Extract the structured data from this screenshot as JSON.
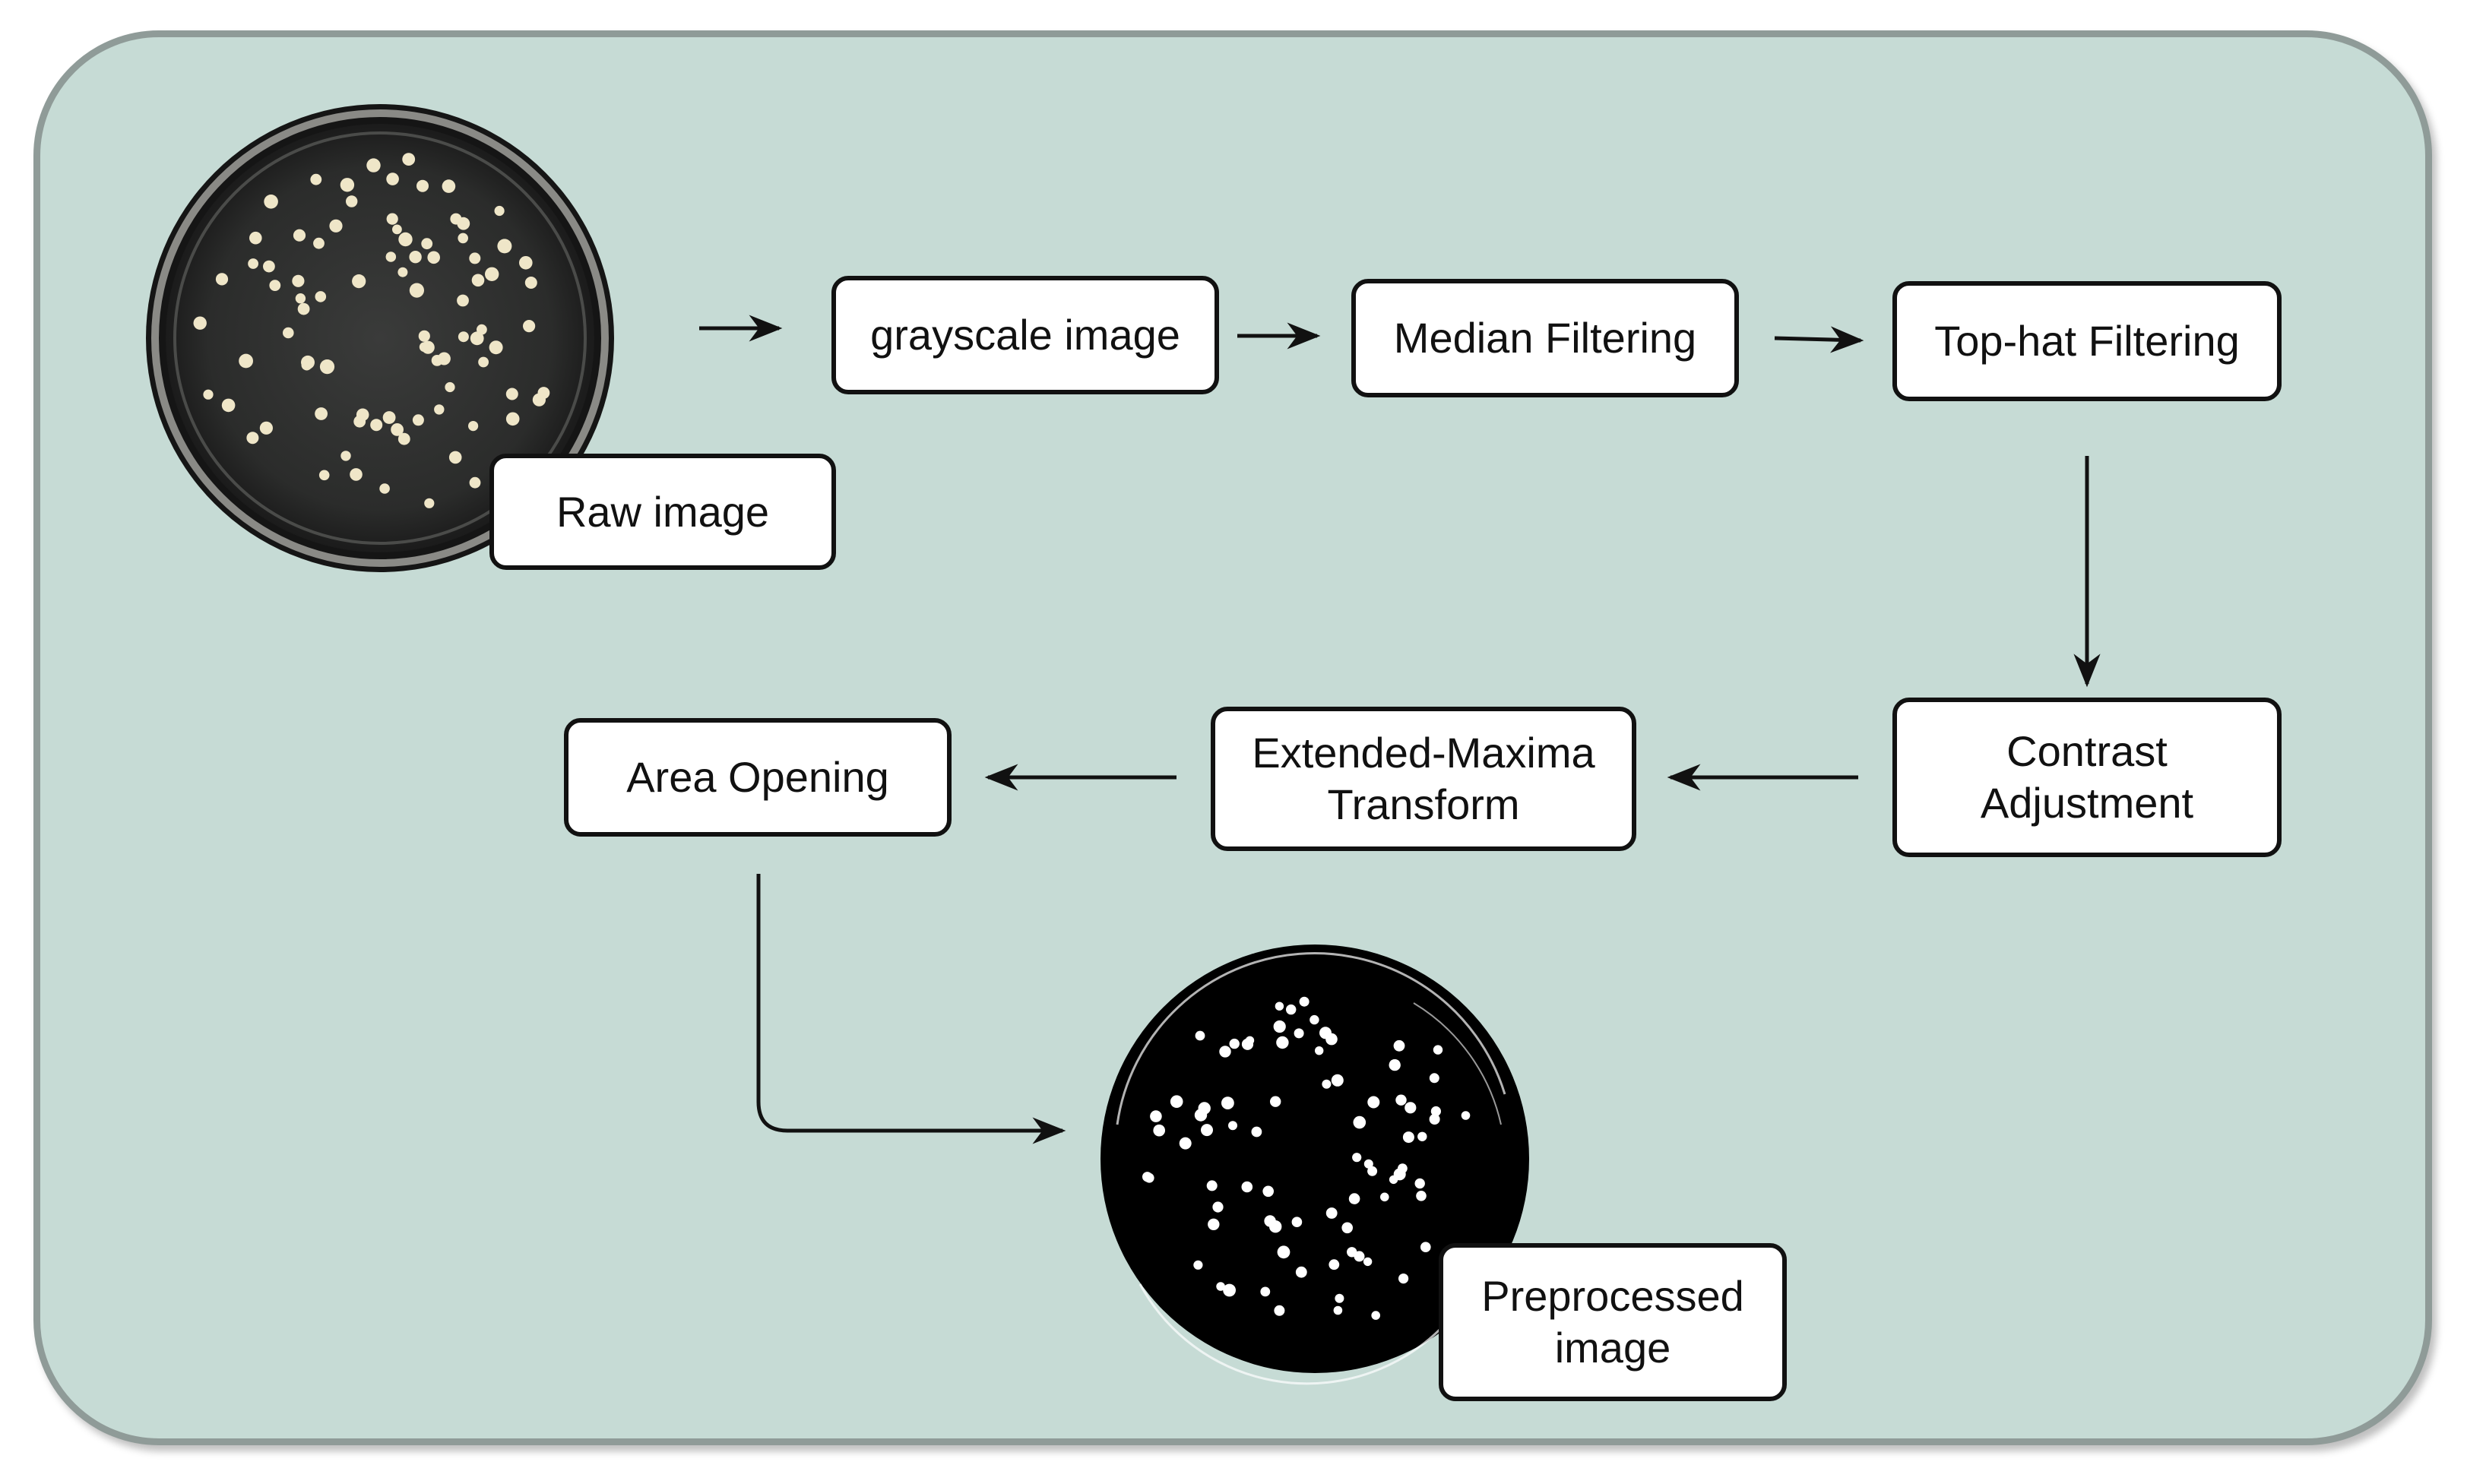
{
  "diagram": {
    "background_color": "#c6dbd5",
    "border_color": "#8f9b98",
    "box_fill": "#ffffff",
    "box_stroke": "#111111",
    "nodes": {
      "raw_image": "Raw image",
      "grayscale": "grayscale image",
      "median": "Median Filtering",
      "tophat": "Top-hat Filtering",
      "contrast": "Contrast\nAdjustment",
      "extended_maxima": "Extended-Maxima\nTransform",
      "area_opening": "Area Opening",
      "preprocessed": "Preprocessed\nimage"
    },
    "images": {
      "raw": "petri-dish-photo",
      "processed": "binary-petri-dish-image"
    },
    "edges": [
      {
        "from": "raw_image",
        "to": "grayscale"
      },
      {
        "from": "grayscale",
        "to": "median"
      },
      {
        "from": "median",
        "to": "tophat"
      },
      {
        "from": "tophat",
        "to": "contrast"
      },
      {
        "from": "contrast",
        "to": "extended_maxima"
      },
      {
        "from": "extended_maxima",
        "to": "area_opening"
      },
      {
        "from": "area_opening",
        "to": "preprocessed"
      }
    ]
  }
}
